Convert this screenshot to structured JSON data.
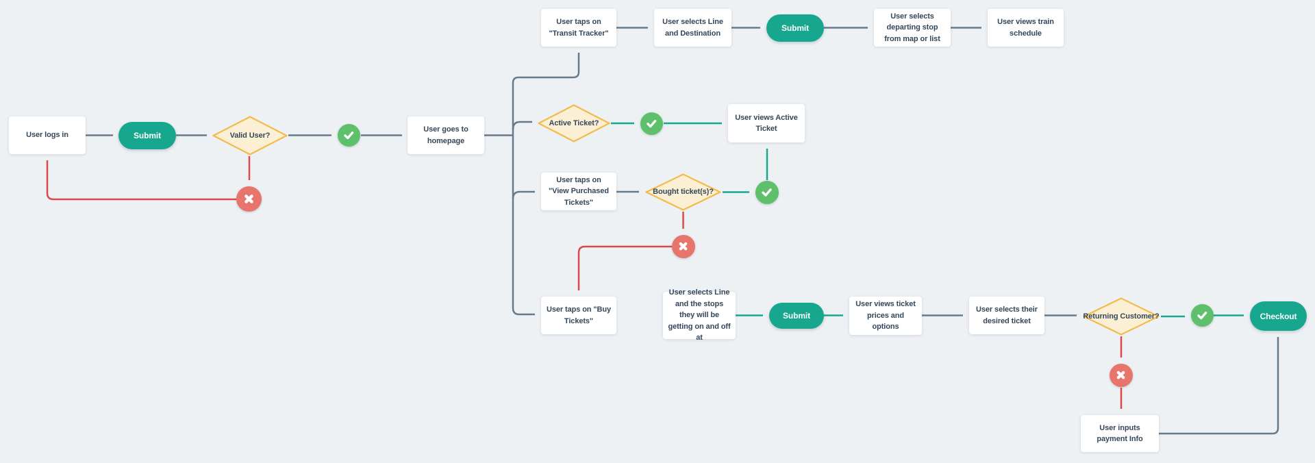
{
  "diagram": {
    "kind": "flowchart",
    "background_color": "#eef1f4",
    "colors": {
      "accent_teal": "#17a78e",
      "success_green": "#5fc06c",
      "failure_red": "#e8756c",
      "red_connector": "#d84a4f",
      "gray_connector": "#677a8c",
      "decision_fill": "#fcf0d4",
      "decision_border": "#f2bb4d",
      "node_text": "#33475b"
    },
    "icons": {
      "success": "check-circle-icon",
      "failure": "x-circle-icon"
    }
  },
  "nodes": {
    "login": {
      "label": "User logs in",
      "type": "process"
    },
    "submit1": {
      "label": "Submit",
      "type": "button"
    },
    "valid_user": {
      "label": "Valid User?",
      "type": "decision"
    },
    "homepage": {
      "label": "User goes to homepage",
      "type": "process"
    },
    "transit_tracker": {
      "label": "User taps on \"Transit Tracker\"",
      "type": "process"
    },
    "line_destination": {
      "label": "User selects Line and Destination",
      "type": "process"
    },
    "submit2": {
      "label": "Submit",
      "type": "button"
    },
    "departing_stop": {
      "label": "User selects departing stop from map or list",
      "type": "process"
    },
    "train_schedule": {
      "label": "User views train schedule",
      "type": "process"
    },
    "active_ticket": {
      "label": "Active Ticket?",
      "type": "decision"
    },
    "views_active_ticket": {
      "label": "User views Active Ticket",
      "type": "process"
    },
    "view_purchased": {
      "label": "User taps on \"View Purchased Tickets\"",
      "type": "process"
    },
    "bought_tickets": {
      "label": "Bought ticket(s)?",
      "type": "decision"
    },
    "buy_tickets": {
      "label": "User taps on \"Buy Tickets\"",
      "type": "process"
    },
    "select_stops": {
      "label": "User selects Line and the stops they will be getting on and off at",
      "type": "process"
    },
    "submit3": {
      "label": "Submit",
      "type": "button"
    },
    "ticket_prices": {
      "label": "User views ticket prices and options",
      "type": "process"
    },
    "desired_ticket": {
      "label": "User selects their desired ticket",
      "type": "process"
    },
    "returning_customer": {
      "label": "Returning Customer?",
      "type": "decision"
    },
    "checkout": {
      "label": "Checkout",
      "type": "button"
    },
    "payment_info": {
      "label": "User inputs payment Info",
      "type": "process"
    }
  }
}
